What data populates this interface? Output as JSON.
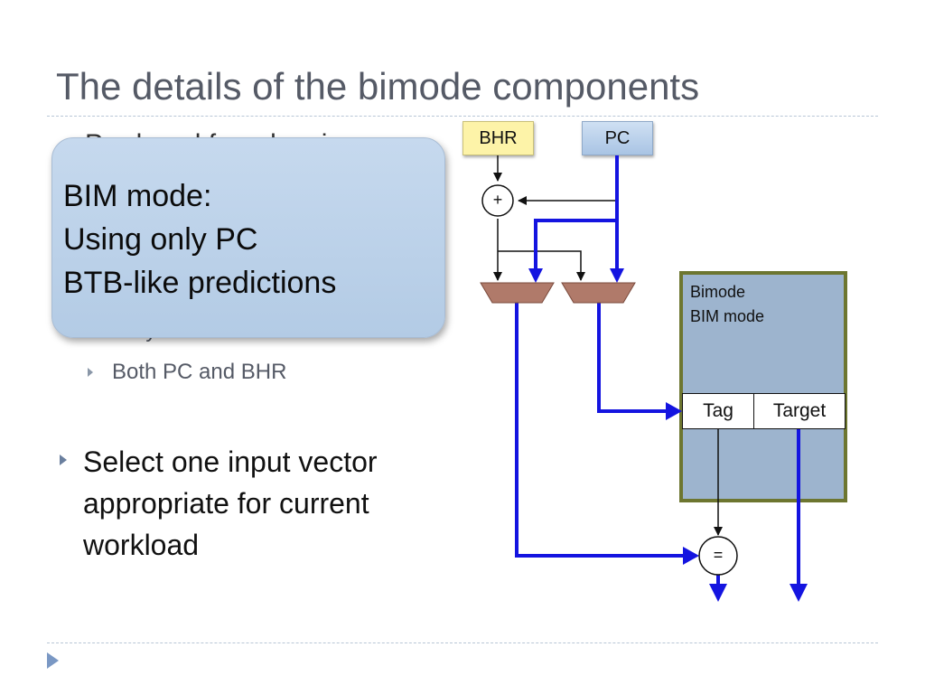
{
  "slide": {
    "title": "The details of the bimode components"
  },
  "bullets": {
    "hidden_first_line": "Produced from by pi",
    "hidden_sub_line": "Only PC",
    "sub_bullet_both": "Both PC and BHR",
    "main_bullet": "Select one input vector appropriate for current workload"
  },
  "callout": {
    "line1": "BIM mode:",
    "line2": "Using only PC",
    "line3": "BTB-like predictions"
  },
  "diagram": {
    "bhr_label": "BHR",
    "pc_label": "PC",
    "adder_symbol": "+",
    "compare_symbol": "=",
    "panel_title": "Bimode",
    "panel_mode": "BIM mode",
    "tag_label": "Tag",
    "target_label": "Target"
  },
  "colors": {
    "highlight_path": "#1414e0",
    "mux": "#b07a6a",
    "panel_border": "#6d7630",
    "panel_fill": "#9db4ce"
  }
}
